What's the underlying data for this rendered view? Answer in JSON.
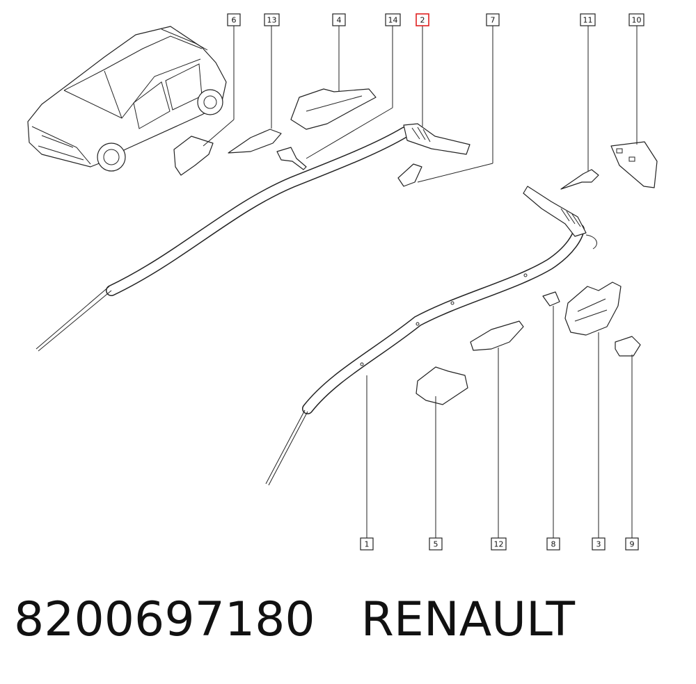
{
  "callouts": [
    "6",
    "13",
    "4",
    "14",
    "2",
    "7",
    "11",
    "10",
    "1",
    "5",
    "12",
    "8",
    "3",
    "9"
  ],
  "highlight_color": "#e02020",
  "footer": {
    "part_number": "8200697180",
    "brand": "RENAULT"
  }
}
